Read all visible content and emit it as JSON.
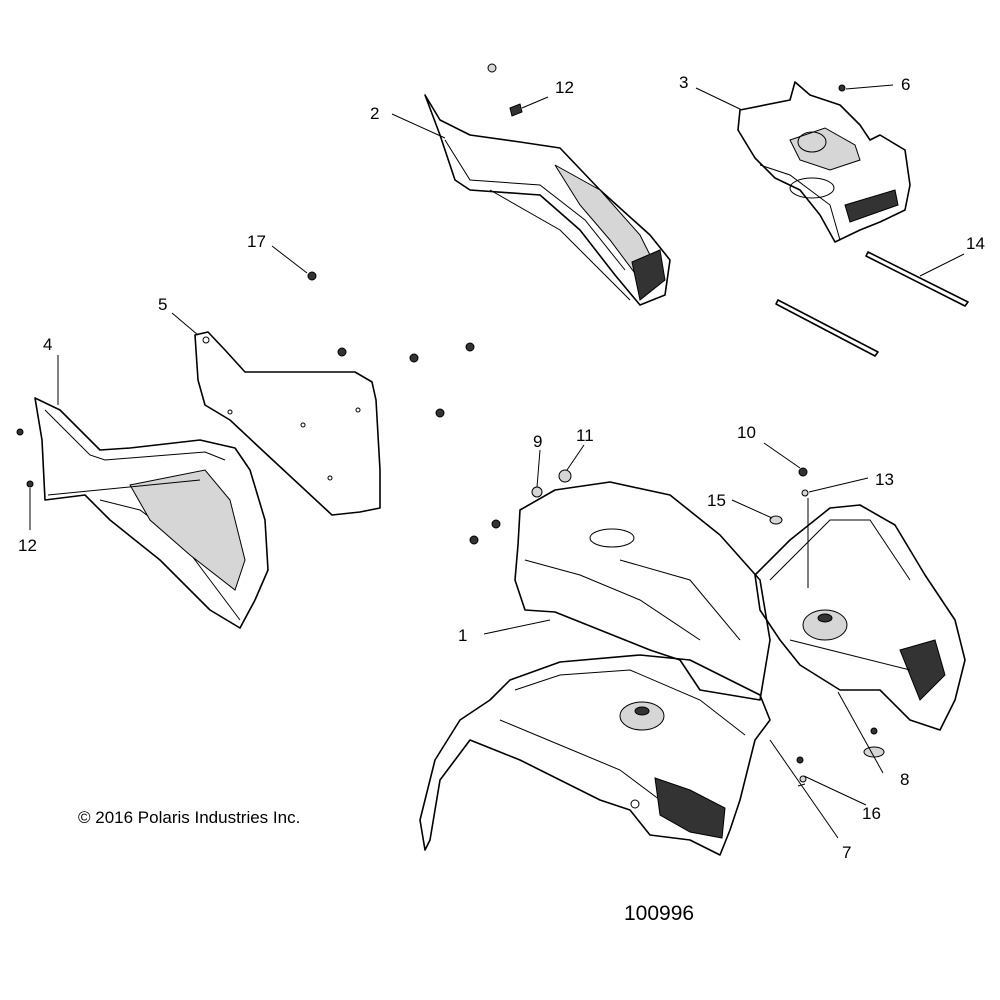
{
  "copyright": "© 2016 Polaris Industries Inc.",
  "figure_number": "100996",
  "callouts": [
    "1",
    "2",
    "3",
    "4",
    "5",
    "6",
    "7",
    "8",
    "9",
    "10",
    "11",
    "12",
    "12",
    "13",
    "14",
    "15",
    "16",
    "17"
  ]
}
